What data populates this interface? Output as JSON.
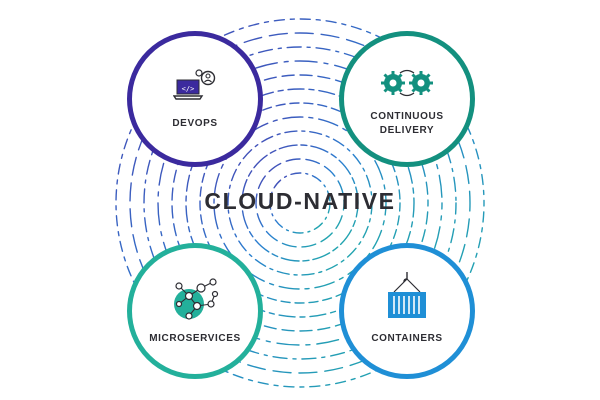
{
  "center": {
    "title": "CLOUD-NATIVE"
  },
  "nodes": {
    "devops": {
      "label": "DEVOPS",
      "icon": "laptop-code-user-icon",
      "color": "#3b2a9e"
    },
    "continuous_delivery": {
      "label_line1": "CONTINUOUS",
      "label_line2": "DELIVERY",
      "icon": "gears-cycle-icon",
      "color": "#13907f"
    },
    "microservices": {
      "label": "MICROSERVICES",
      "icon": "network-nodes-icon",
      "color": "#23b09b"
    },
    "containers": {
      "label": "CONTAINERS",
      "icon": "crane-container-icon",
      "color": "#1f8fd6"
    }
  },
  "colors": {
    "ring_violet": "#4b3fb0",
    "ring_blue": "#2a7fd0",
    "ring_teal": "#1fb3a2",
    "text": "#2d2d33"
  }
}
